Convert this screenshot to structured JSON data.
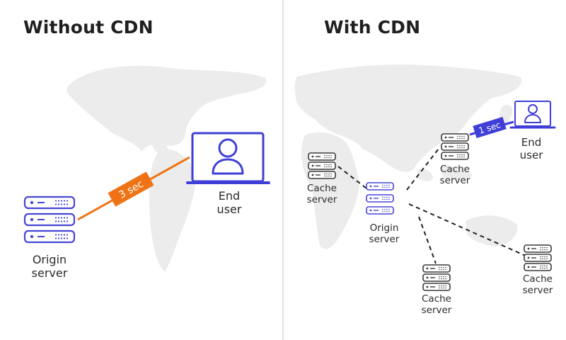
{
  "panels": {
    "left": {
      "title": "Without CDN",
      "origin": {
        "line1": "Origin",
        "line2": "server"
      },
      "end_user": {
        "line1": "End",
        "line2": "user"
      },
      "latency": "3 sec"
    },
    "right": {
      "title": "With CDN",
      "origin": {
        "line1": "Origin",
        "line2": "server"
      },
      "end_user": {
        "line1": "End",
        "line2": "user"
      },
      "latency": "1 sec",
      "caches": [
        {
          "line1": "Cache",
          "line2": "server"
        },
        {
          "line1": "Cache",
          "line2": "server"
        },
        {
          "line1": "Cache",
          "line2": "server"
        },
        {
          "line1": "Cache",
          "line2": "server"
        }
      ]
    }
  },
  "colors": {
    "user_blue": "#3f3fd8",
    "latency_orange": "#ef7314",
    "server_blue": "#4646d6",
    "cache_dark": "#3a3a3a",
    "map_gray": "#ececec",
    "divider": "#d9d9d9"
  }
}
